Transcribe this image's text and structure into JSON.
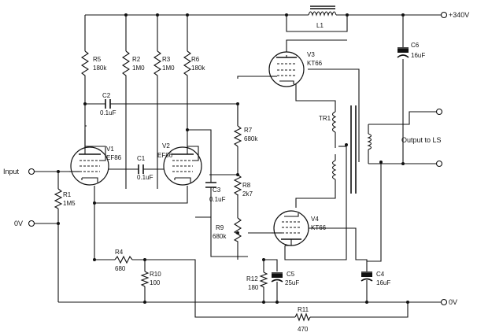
{
  "labels": {
    "supply": "+340V",
    "l1": "L1",
    "c6": "C6",
    "c6_val": "16uF",
    "r5": "R5",
    "r5_val": "180k",
    "r2": "R2",
    "r2_val": "1M0",
    "r3": "R3",
    "r3_val": "1M0",
    "r6": "R6",
    "r6_val": "180k",
    "v3": "V3",
    "v3_type": "KT66",
    "c2": "C2",
    "c2_val": "0.1uF",
    "tr1": "TR1",
    "r7": "R7",
    "r7_val": "680k",
    "output": "Output to LS",
    "v1": "V1",
    "v1_type": "EF86",
    "v2": "V2",
    "v2_type": "EF86",
    "c1": "C1",
    "c1_val": "0.1uF",
    "input": "Input",
    "r8": "R8",
    "r8_val": "2k7",
    "r1": "R1",
    "r1_val": "1M5",
    "c3": "C3",
    "c3_val": "0.1uF",
    "v4": "V4",
    "v4_type": "KT66",
    "zero_left": "0V",
    "r9": "R9",
    "r9_val": "680k",
    "r4": "R4",
    "r4_val": "680",
    "c5": "C5",
    "c5_val": "25uF",
    "c4": "C4",
    "c4_val": "16uF",
    "r10": "R10",
    "r10_val": "100",
    "r12": "R12",
    "r12_val": "180",
    "zero_right": "0V",
    "r11": "R11",
    "r11_val": "470"
  }
}
